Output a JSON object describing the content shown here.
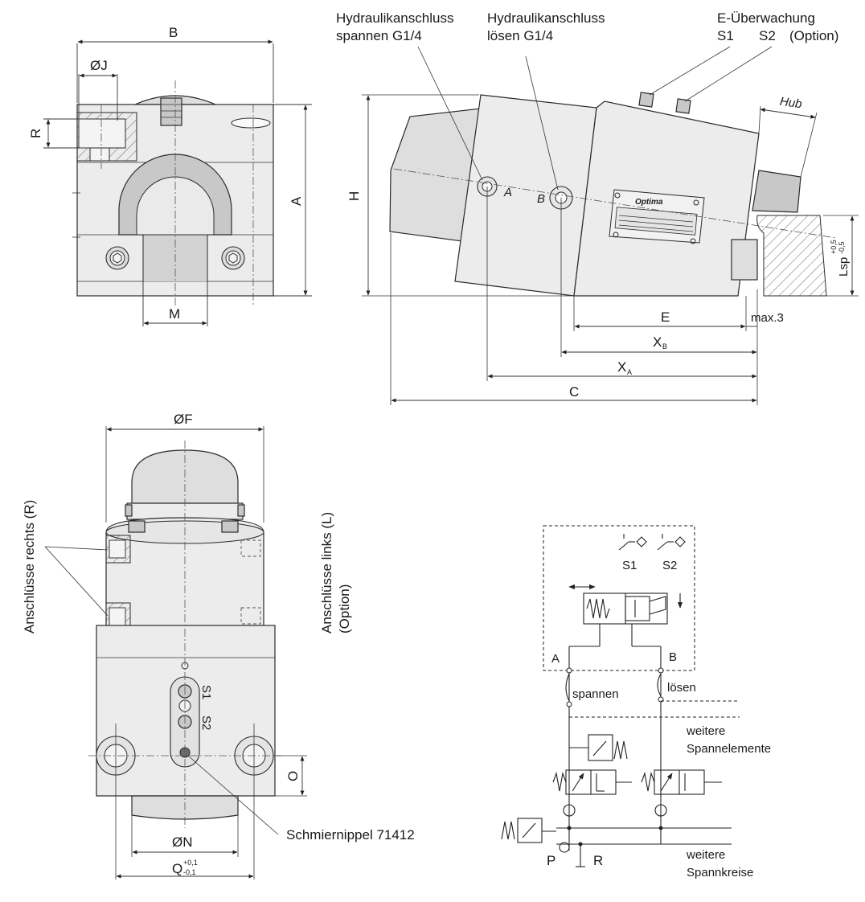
{
  "front_view": {
    "dim_b": "B",
    "dim_j": "ØJ",
    "dim_r": "R",
    "dim_a": "A",
    "dim_m": "M"
  },
  "side_view": {
    "port_a_title_line1": "Hydraulikanschluss",
    "port_a_title_line2": "spannen G1/4",
    "port_b_title_line1": "Hydraulikanschluss",
    "port_b_title_line2": "lösen G1/4",
    "monitor_title_line1": "E-Überwachung",
    "monitor_s1": "S1",
    "monitor_s2": "S2",
    "monitor_option": "(Option)",
    "dim_hub": "Hub",
    "dim_h": "H",
    "port_a_mark": "A",
    "port_b_mark": "B",
    "brand": "Optima",
    "dim_lsp": "Lsp",
    "dim_lsp_tol_upper": "+0,5",
    "dim_lsp_tol_lower": "-0,5",
    "dim_e": "E",
    "dim_max3": "max.3",
    "dim_xb": "X",
    "dim_xb_sub": "B",
    "dim_xa": "X",
    "dim_xa_sub": "A",
    "dim_c": "C"
  },
  "top_view": {
    "dim_f": "ØF",
    "ports_right": "Anschlüsse rechts (R)",
    "ports_left_line1": "Anschlüsse links (L)",
    "ports_left_line2": "(Option)",
    "mark_s1": "S1",
    "mark_s2": "S2",
    "dim_o": "O",
    "grease_nipple": "Schmiernippel 71412",
    "dim_n": "ØN",
    "dim_q": "Q",
    "dim_q_tol_upper": "+0,1",
    "dim_q_tol_lower": "-0,1"
  },
  "schematic": {
    "switch_s1": "S1",
    "switch_s2": "S2",
    "port_a": "A",
    "port_b": "B",
    "line_clamp": "spannen",
    "line_release": "lösen",
    "more_elements_line1": "weitere",
    "more_elements_line2": "Spannelemente",
    "port_p": "P",
    "port_r": "R",
    "more_circuits_line1": "weitere",
    "more_circuits_line2": "Spannkreise"
  }
}
